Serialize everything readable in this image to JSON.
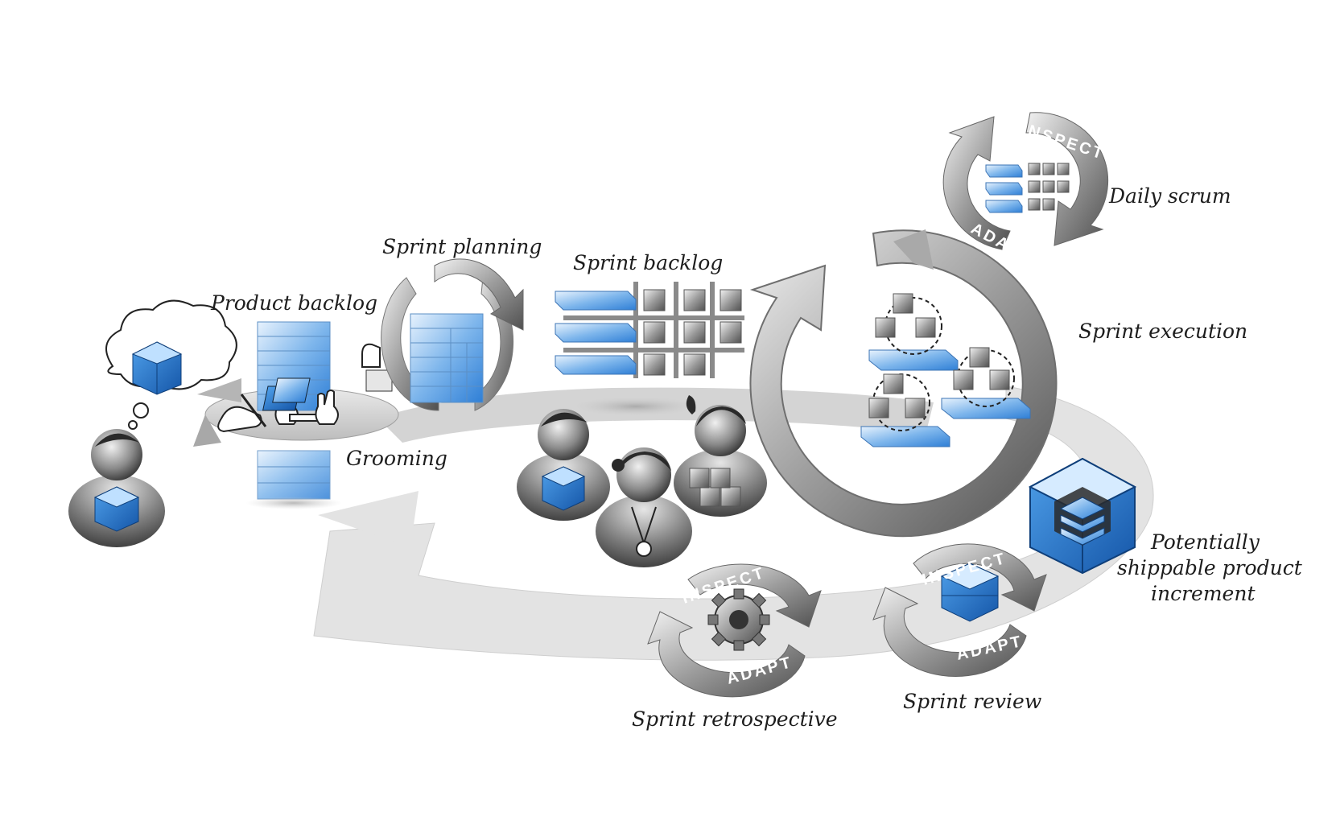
{
  "labels": {
    "product_backlog": "Product backlog",
    "grooming": "Grooming",
    "sprint_planning": "Sprint planning",
    "sprint_backlog": "Sprint backlog",
    "daily_scrum": "Daily scrum",
    "sprint_execution": "Sprint execution",
    "increment_line1": "Potentially",
    "increment_line2": "shippable product",
    "increment_line3": "increment",
    "sprint_review": "Sprint review",
    "sprint_retrospective": "Sprint retrospective"
  },
  "ring_words": {
    "daily_inspect": "INSPECT",
    "daily_adapt": "ADAPT",
    "review_inspect": "INSPECT",
    "review_adapt": "ADAPT",
    "retro_inspect": "INSPECT",
    "retro_adapt": "ADAPT"
  },
  "colors": {
    "accent_blue": "#2f7fd6",
    "light_blue": "#bcd9f5",
    "loop_gray": "#dcdcdc",
    "dark_gray": "#4a4a4a"
  }
}
